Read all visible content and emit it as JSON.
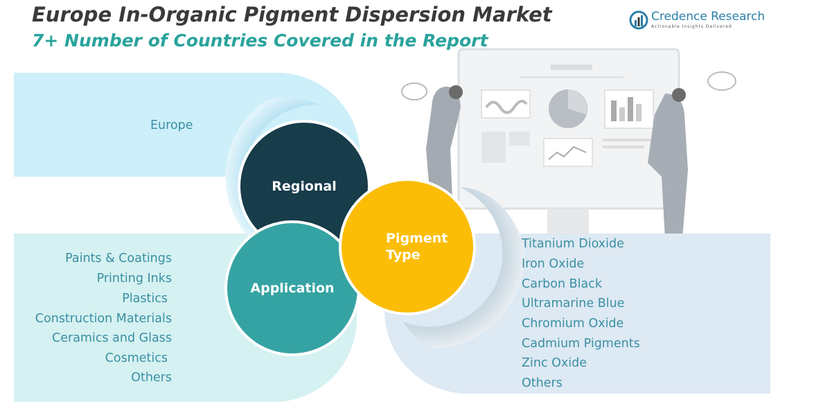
{
  "header": {
    "title": "Europe In-Organic Pigment Dispersion Market",
    "subtitle": "7+ Number of Countries Covered in the Report"
  },
  "logo": {
    "name": "Credence Research",
    "tagline": "Actionable Insights Delivered"
  },
  "segments": {
    "regional": {
      "label": "Regional",
      "items": [
        "Europe"
      ]
    },
    "application": {
      "label": "Application",
      "items": [
        "Paints & Coatings",
        "Printing Inks",
        "Plastics",
        "Construction Materials",
        "Ceramics and Glass",
        "Cosmetics",
        "Others"
      ]
    },
    "pigment_type": {
      "label_line1": "Pigment",
      "label_line2": "Type",
      "items": [
        "Titanium Dioxide",
        "Iron Oxide",
        "Carbon Black",
        "Ultramarine Blue",
        "Chromium Oxide",
        "Cadmium Pigments",
        "Zinc Oxide",
        "Others"
      ]
    }
  },
  "colors": {
    "regional": "#173c4a",
    "application": "#35a3a3",
    "pigment": "#fbbd06",
    "title": "#3a3a3a",
    "subtitle": "#2aa39c"
  }
}
